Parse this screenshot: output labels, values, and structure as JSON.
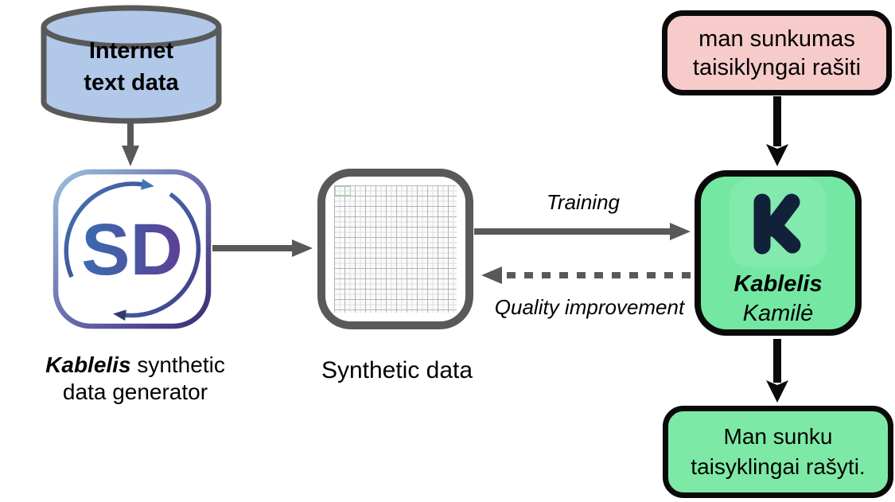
{
  "nodes": {
    "internet_data": {
      "line1": "Internet",
      "line2": "text data"
    },
    "generator": {
      "icon_text": "SD",
      "label_bold": "Kablelis",
      "label_line1_rest": " synthetic",
      "label_line2": "data generator"
    },
    "synthetic_data": {
      "label": "Synthetic data"
    },
    "model": {
      "logo_letter": "K",
      "name": "Kablelis",
      "subtitle": "Kamilė"
    },
    "input_prompt": {
      "line1": "man sunkumas",
      "line2": "taisiklyngai rašiti"
    },
    "output_response": {
      "line1": "Man sunku",
      "line2": "taisyklingai rašyti."
    }
  },
  "edges": {
    "training_label": "Training",
    "quality_label": "Quality improvement"
  },
  "colors": {
    "cylinder_fill": "#b1c8e9",
    "connector_gray": "#595959",
    "box_border_black": "#0a0a0a",
    "model_green": "#74e8a3",
    "output_green": "#7ee9a6",
    "input_pink": "#f6cbca",
    "logo_navy": "#12213a",
    "sd_gradient_blue": "#9cc0db",
    "sd_gradient_purple": "#3a2c74"
  }
}
